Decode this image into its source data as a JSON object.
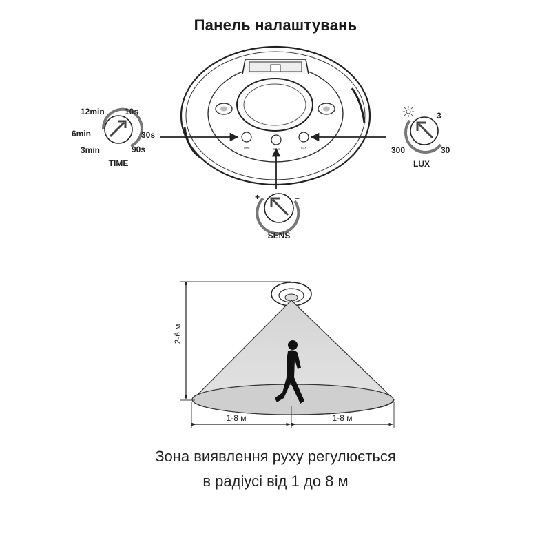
{
  "title": "Панель налаштувань",
  "dials": {
    "time": {
      "name": "TIME",
      "labels": [
        "12min",
        "10s",
        "6min",
        "30s",
        "3min",
        "90s"
      ]
    },
    "lux": {
      "name": "LUX",
      "labels": [
        "3",
        "300",
        "30"
      ]
    },
    "sens": {
      "name": "SENS",
      "labels": [
        "+",
        "−"
      ]
    }
  },
  "device_knob_labels": [
    "TIME",
    "SENS",
    "LUX"
  ],
  "dimensions": {
    "height": "2-6 м",
    "radius_left": "1-8 м",
    "radius_right": "1-8 м"
  },
  "caption": {
    "line1": "Зона виявлення руху регулюється",
    "line2": "в радіусі від 1 до 8 м"
  },
  "icons": [
    "sun-icon",
    "person-icon",
    "motion-sensor-icon"
  ]
}
